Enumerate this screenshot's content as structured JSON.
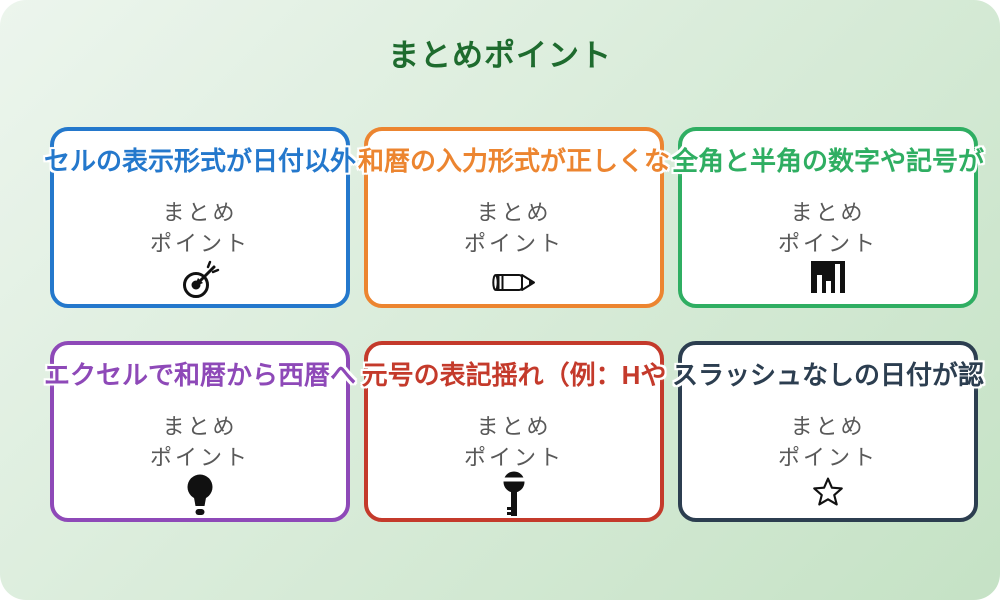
{
  "page": {
    "title": "まとめポイント",
    "title_color": "#1e6b2e",
    "background_start": "#ecf5ed",
    "background_end": "#c5e2c5"
  },
  "card_body": {
    "line1": "まとめ",
    "line2": "ポイント"
  },
  "cards": [
    {
      "title": "セルの表示形式が日付以外",
      "color": "#2478cc",
      "icon": "target-icon"
    },
    {
      "title": "和暦の入力形式が正しくな",
      "color": "#ec8530",
      "icon": "pencil-icon"
    },
    {
      "title": "全角と半角の数字や記号が",
      "color": "#2fae62",
      "icon": "bar-chart-icon"
    },
    {
      "title": "エクセルで和暦から西暦へ",
      "color": "#8e49b8",
      "icon": "lightbulb-icon"
    },
    {
      "title": "元号の表記揺れ（例：Hや",
      "color": "#c43a2b",
      "icon": "key-icon"
    },
    {
      "title": "スラッシュなしの日付が認",
      "color": "#2c3e50",
      "icon": "star-icon"
    }
  ]
}
